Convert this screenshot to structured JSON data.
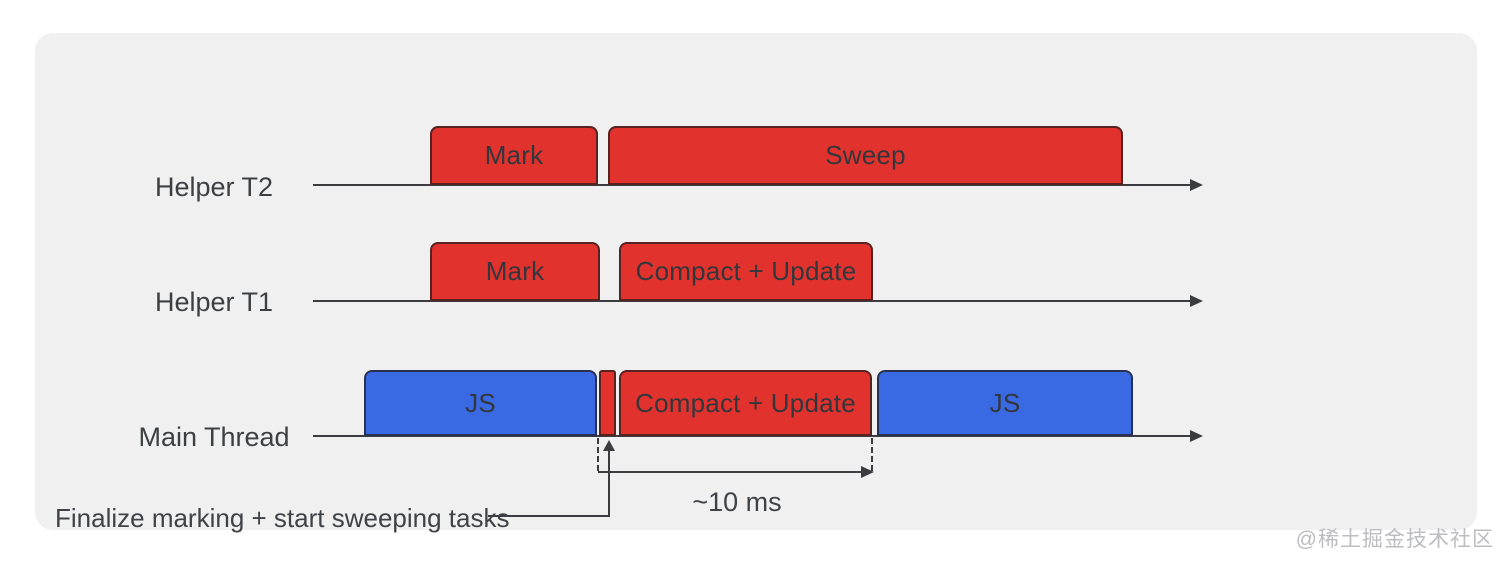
{
  "rows": [
    {
      "label": "Helper T2",
      "bars": [
        {
          "label": "Mark",
          "kind": "gc"
        },
        {
          "label": "Sweep",
          "kind": "gc"
        }
      ]
    },
    {
      "label": "Helper T1",
      "bars": [
        {
          "label": "Mark",
          "kind": "gc"
        },
        {
          "label": "Compact + Update",
          "kind": "gc"
        }
      ]
    },
    {
      "label": "Main Thread",
      "bars": [
        {
          "label": "JS",
          "kind": "js"
        },
        {
          "label": "",
          "kind": "gc"
        },
        {
          "label": "Compact + Update",
          "kind": "gc"
        },
        {
          "label": "JS",
          "kind": "js"
        }
      ]
    }
  ],
  "annotations": {
    "duration_label": "~10 ms",
    "callout_label": "Finalize marking + start sweeping tasks"
  },
  "watermark": "@稀土掘金技术社区",
  "colors": {
    "gc_red": "#e1322e",
    "js_blue": "#3a6ae3",
    "card_background": "#f0f0f1",
    "line": "#3a3c3f",
    "text": "#3c4043",
    "watermark": "#bcbdc0"
  }
}
